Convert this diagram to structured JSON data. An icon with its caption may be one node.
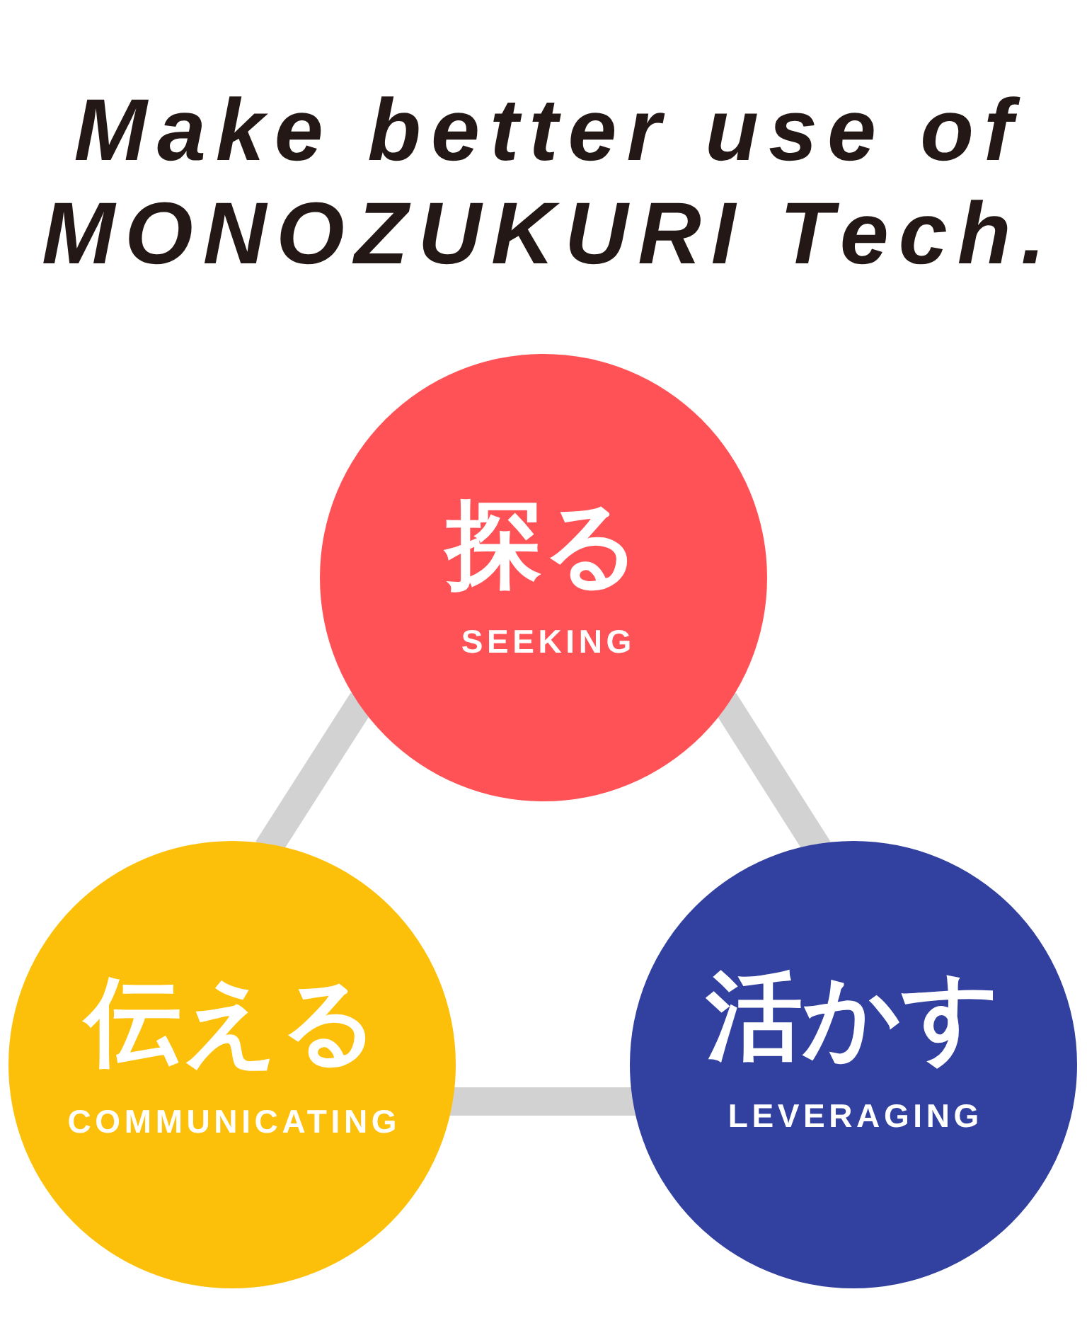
{
  "diagram": {
    "title": "Make better use of MONOZUKURI Tech.",
    "nodes": [
      {
        "text": [
          "探る",
          "SEEKING"
        ]
      },
      {
        "text": [
          "伝える",
          "COMMUNICATING"
        ]
      },
      {
        "text": [
          "活かす",
          "LEVERAGING"
        ]
      }
    ],
    "edges": [
      {
        "from": 0,
        "to": 1,
        "arrow": "none"
      },
      {
        "from": 0,
        "to": 2,
        "arrow": "none"
      },
      {
        "from": 1,
        "to": 2,
        "arrow": "none"
      }
    ]
  }
}
